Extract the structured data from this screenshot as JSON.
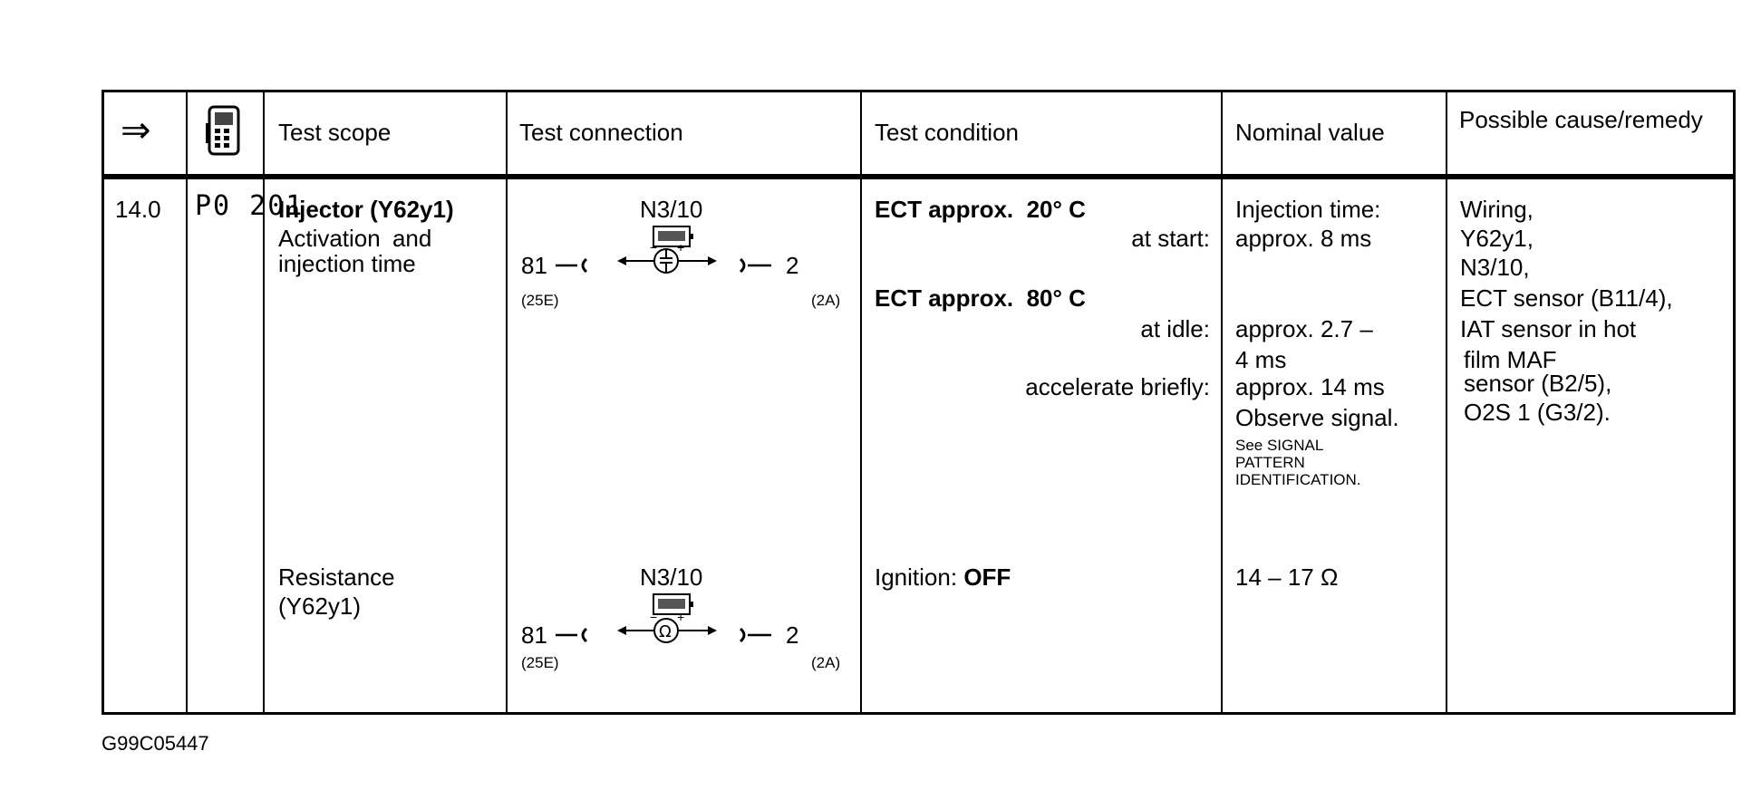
{
  "header": {
    "arrow": "⇒",
    "scope": "Test scope",
    "connection": "Test connection",
    "condition": "Test condition",
    "nominal": "Nominal value",
    "cause": "Possible cause/remedy"
  },
  "row": {
    "step": "14.0",
    "code": "P0 201",
    "scope1_title": "Injector (Y62y1)",
    "scope1_line2": "Activation and",
    "scope1_line3": "injection time",
    "scope2_line1": "Resistance",
    "scope2_line2": "(Y62y1)",
    "conn1": {
      "module": "N3/10",
      "left_pin": "81",
      "right_pin": "2",
      "left_sub": "(25E)",
      "right_sub": "(2A)"
    },
    "conn2": {
      "module": "N3/10",
      "left_pin": "81",
      "right_pin": "2",
      "left_sub": "(25E)",
      "right_sub": "(2A)"
    },
    "cond": {
      "ect20_label": "ECT approx.",
      "ect20_value": "20° C",
      "at_start": "at start:",
      "ect80_label": "ECT approx.",
      "ect80_value": "80° C",
      "at_idle": "at idle:",
      "accel": "accelerate briefly:",
      "ign_label": "Ignition:",
      "ign_value": "OFF"
    },
    "nominal": {
      "inj_time": "Injection time:",
      "approx8": "approx. 8 ms",
      "approx27": "approx. 2.7 –",
      "ms4": "4 ms",
      "approx14": "approx. 14 ms",
      "observe": "Observe signal.",
      "see1": "See SIGNAL",
      "see2": "PATTERN",
      "see3": "IDENTIFICATION.",
      "resistance": "14 – 17 Ω"
    },
    "cause": [
      "Wiring,",
      "Y62y1,",
      "N3/10,",
      "ECT sensor (B11/4),",
      "IAT sensor in hot",
      "film MAF",
      "sensor (B2/5),",
      "O2S 1 (G3/2)."
    ]
  },
  "footer": "G99C05447"
}
